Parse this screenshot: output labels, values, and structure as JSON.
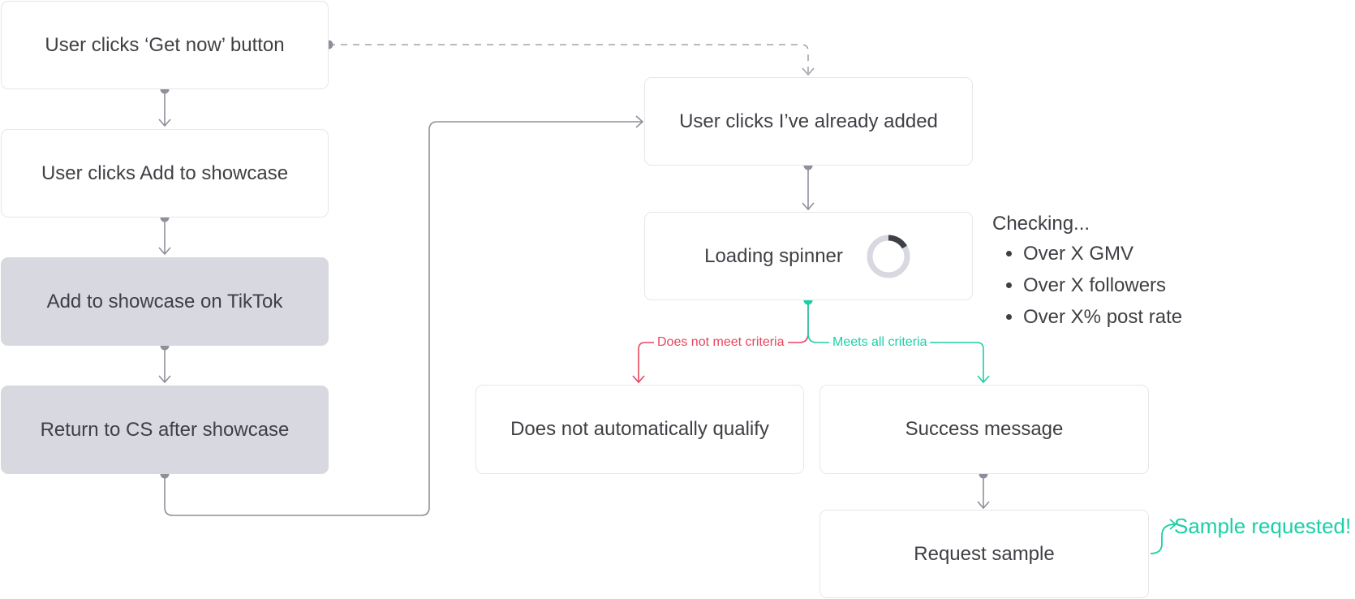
{
  "nodes": {
    "get_now": "User clicks ‘Get now’ button",
    "add_to_showcase": "User clicks Add to showcase",
    "add_on_tiktok": "Add to showcase on TikTok",
    "return_to_cs": "Return to CS after showcase",
    "already_added": "User clicks I’ve already added",
    "loading_spinner": "Loading spinner",
    "not_qualify": "Does not automatically qualify",
    "success": "Success message",
    "request_sample": "Request sample"
  },
  "checking": {
    "title": "Checking...",
    "items": [
      "Over X GMV",
      "Over X followers",
      "Over X% post rate"
    ]
  },
  "edges": {
    "not_meet": "Does not meet criteria",
    "meets_all": "Meets all criteria"
  },
  "note": "Sample requested!",
  "colors": {
    "connector": "#8f8f99",
    "shaded_node": "#d8d8e0",
    "node_border": "#e7e7ec",
    "red": "#e8455f",
    "green": "#1ccfa6",
    "text": "#3f4045"
  }
}
